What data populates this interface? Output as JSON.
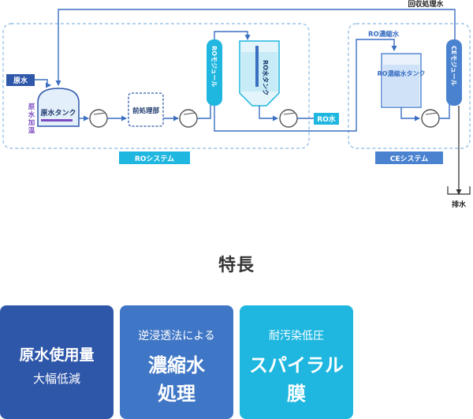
{
  "diagram": {
    "recycle_label": "回収処理水",
    "raw_water_label": "原水",
    "raw_tank_label": "原水タンク",
    "raw_heat_label": "原水加温",
    "pretreat_label": "前処理部",
    "ro_module_label": "ROモジュール",
    "ro_tank_label": "RO水タンク",
    "ro_water_label": "RO水",
    "ro_concentrate_label": "RO濃縮水",
    "ro_conc_tank_label": "RO濃縮水タンク",
    "ce_module_label": "CEモジュール",
    "ro_system_label": "ROシステム",
    "ce_system_label": "CEシステム",
    "drain_label": "排水"
  },
  "features": {
    "title": "特長",
    "cards": [
      {
        "line1": "原水使用量",
        "line2": "大幅低減"
      },
      {
        "line1": "逆浸透法による",
        "line2": "濃縮水",
        "line3": "処理"
      },
      {
        "line1": "耐汚染低圧",
        "line2": "スパイラル",
        "line3": "膜"
      }
    ]
  },
  "colors": {
    "navy": "#2f57a9",
    "teal": "#1fb7e0",
    "ce_blue": "#4a82d0",
    "dashed_frame": "#8ab9e4",
    "heat_purple": "#7a4cc2"
  }
}
